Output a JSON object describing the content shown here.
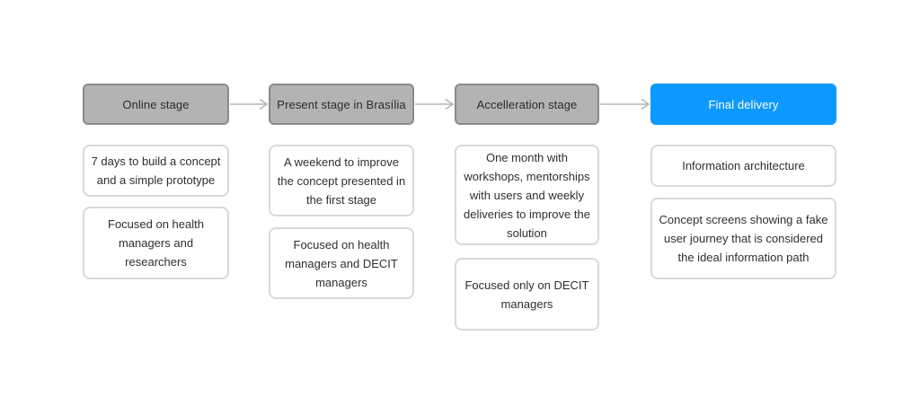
{
  "diagram": {
    "stages": [
      {
        "title": "Online stage",
        "cards": [
          "7 days to build a concept and a simple prototype",
          "Focused on health managers and researchers"
        ]
      },
      {
        "title": "Present stage in Brasília",
        "cards": [
          "A weekend to improve the concept presented in the first stage",
          "Focused on health managers and DECIT managers"
        ]
      },
      {
        "title": "Accelleration stage",
        "cards": [
          "One month with workshops, mentorships with users and weekly deliveries to improve the solution",
          "Focused only on DECIT managers"
        ]
      },
      {
        "title": "Final delivery",
        "cards": [
          "Information architecture",
          "Concept screens showing a fake user journey that is considered the ideal information path"
        ]
      }
    ],
    "colors": {
      "stage_fill": "#B3B3B3",
      "stage_border": "#8A8A8A",
      "stage_text": "#2B2B2B",
      "final_fill": "#0D99FF",
      "final_text": "#FFFFFF",
      "card_fill": "#FFFFFF",
      "card_border": "#D9D9D9",
      "card_text": "#2F2F2F",
      "arrow": "#B3B3B3",
      "background": "#FFFFFF"
    }
  }
}
